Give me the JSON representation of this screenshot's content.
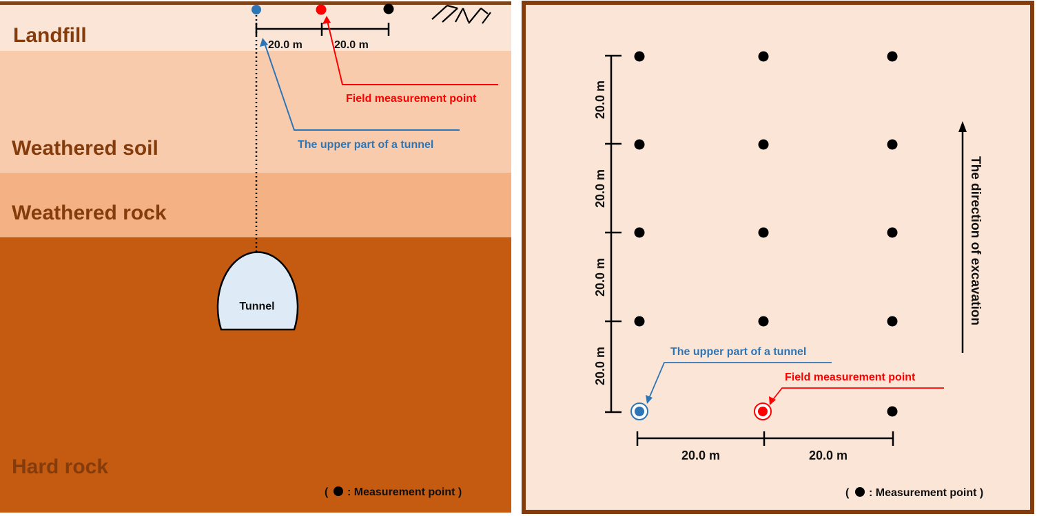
{
  "colors": {
    "landfill": "#fbe5d6",
    "weathered_soil": "#f8cbad",
    "weathered_rock": "#f4b183",
    "hard_rock": "#c55a11",
    "label_brown": "#843c0c",
    "frame_brown": "#7f4219",
    "plan_bg": "#fbe5d6",
    "tunnel_fill": "#deebf7",
    "upper_part_blue": "#2e75b6",
    "field_point_red": "#ff0000",
    "point_black": "#000000"
  },
  "section": {
    "layers": {
      "landfill": "Landfill",
      "weathered_soil": "Weathered soil",
      "weathered_rock": "Weathered rock",
      "hard_rock": "Hard rock"
    },
    "spacing_left": "20.0 m",
    "spacing_right": "20.0 m",
    "field_point_label": "Field measurement point",
    "upper_part_label": "The upper part of a tunnel",
    "tunnel_label": "Tunnel",
    "legend": {
      "open": "(",
      "text": ":  Measurement point )"
    }
  },
  "plan": {
    "vertical_spacings": [
      "20.0 m",
      "20.0 m",
      "20.0 m",
      "20.0 m"
    ],
    "horizontal_spacings": [
      "20.0 m",
      "20.0 m"
    ],
    "upper_part_label": "The upper part of a tunnel",
    "field_point_label": "Field measurement point",
    "direction_label": "The direction of excavation",
    "legend": {
      "open": "(",
      "text": ":  Measurement point )"
    },
    "grid": {
      "rows": 5,
      "columns": 3
    }
  }
}
